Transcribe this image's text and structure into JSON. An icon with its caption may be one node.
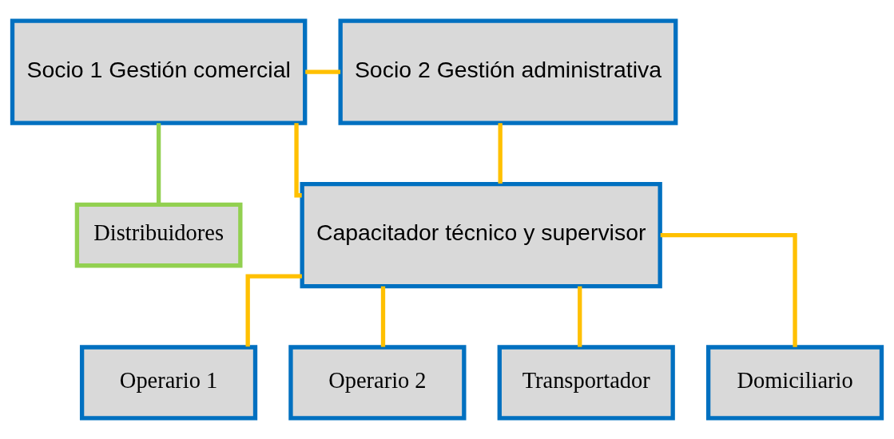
{
  "diagram": {
    "nodes": [
      {
        "text": [
          "Socio 1 Gestión comercial"
        ]
      },
      {
        "text": [
          "Socio 2 Gestión administrativa"
        ]
      },
      {
        "text": [
          "Distribuidores"
        ]
      },
      {
        "text": [
          "Capacitador técnico y supervisor"
        ]
      },
      {
        "text": [
          "Operario 1"
        ]
      },
      {
        "text": [
          "Operario 2"
        ]
      },
      {
        "text": [
          "Transportador"
        ]
      },
      {
        "text": [
          "Domiciliario"
        ]
      }
    ],
    "edges": [
      {
        "from": 0,
        "to": 1,
        "arrow": "none"
      },
      {
        "from": 0,
        "to": 2,
        "arrow": "none",
        "color": "#92d050"
      },
      {
        "from": 0,
        "to": 3,
        "arrow": "none"
      },
      {
        "from": 1,
        "to": 3,
        "arrow": "none"
      },
      {
        "from": 3,
        "to": 4,
        "arrow": "none"
      },
      {
        "from": 3,
        "to": 5,
        "arrow": "none"
      },
      {
        "from": 3,
        "to": 6,
        "arrow": "none"
      },
      {
        "from": 3,
        "to": 7,
        "arrow": "none"
      }
    ]
  }
}
